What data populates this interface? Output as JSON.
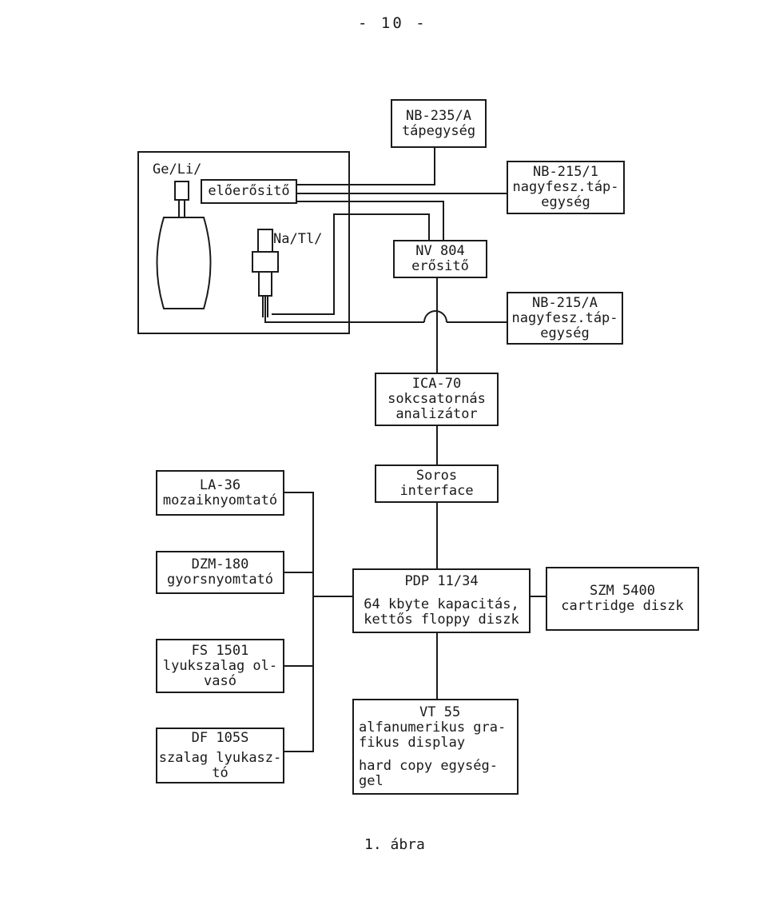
{
  "page_number": "- 10 -",
  "caption": "1. ábra",
  "detector_block": {
    "ge_label": "Ge/Li/",
    "preamp_label": "előerősitő",
    "na_label": "Na/Tl/"
  },
  "boxes": {
    "nb235": [
      "NB-235/A",
      "tápegység"
    ],
    "nb215_1": [
      "NB-215/1",
      "nagyfesz.táp-",
      "egység"
    ],
    "nv804": [
      "NV 804",
      "erősitő"
    ],
    "nb215_a": [
      "NB-215/A",
      "nagyfesz.táp-",
      "egység"
    ],
    "ica70": [
      "ICA-70",
      "sokcsatornás",
      "analizátor"
    ],
    "soros": [
      "Soros",
      "interface"
    ],
    "la36": [
      "LA-36",
      "mozaiknyomtató"
    ],
    "dzm180": [
      "DZM-180",
      "gyorsnyomtató"
    ],
    "pdp": [
      "PDP 11/34",
      "64 kbyte kapacitás,",
      "kettős floppy diszk"
    ],
    "szm": [
      "SZM 5400",
      "cartridge diszk"
    ],
    "fs1501": [
      "FS 1501",
      "lyukszalag ol-",
      "vasó"
    ],
    "df1055": [
      "DF 105S",
      "szalag lyukasz-",
      "tó"
    ],
    "vt55": [
      "VT 55",
      "alfanumerikus gra-",
      "fikus display",
      "hard copy egység-",
      "gel"
    ]
  }
}
